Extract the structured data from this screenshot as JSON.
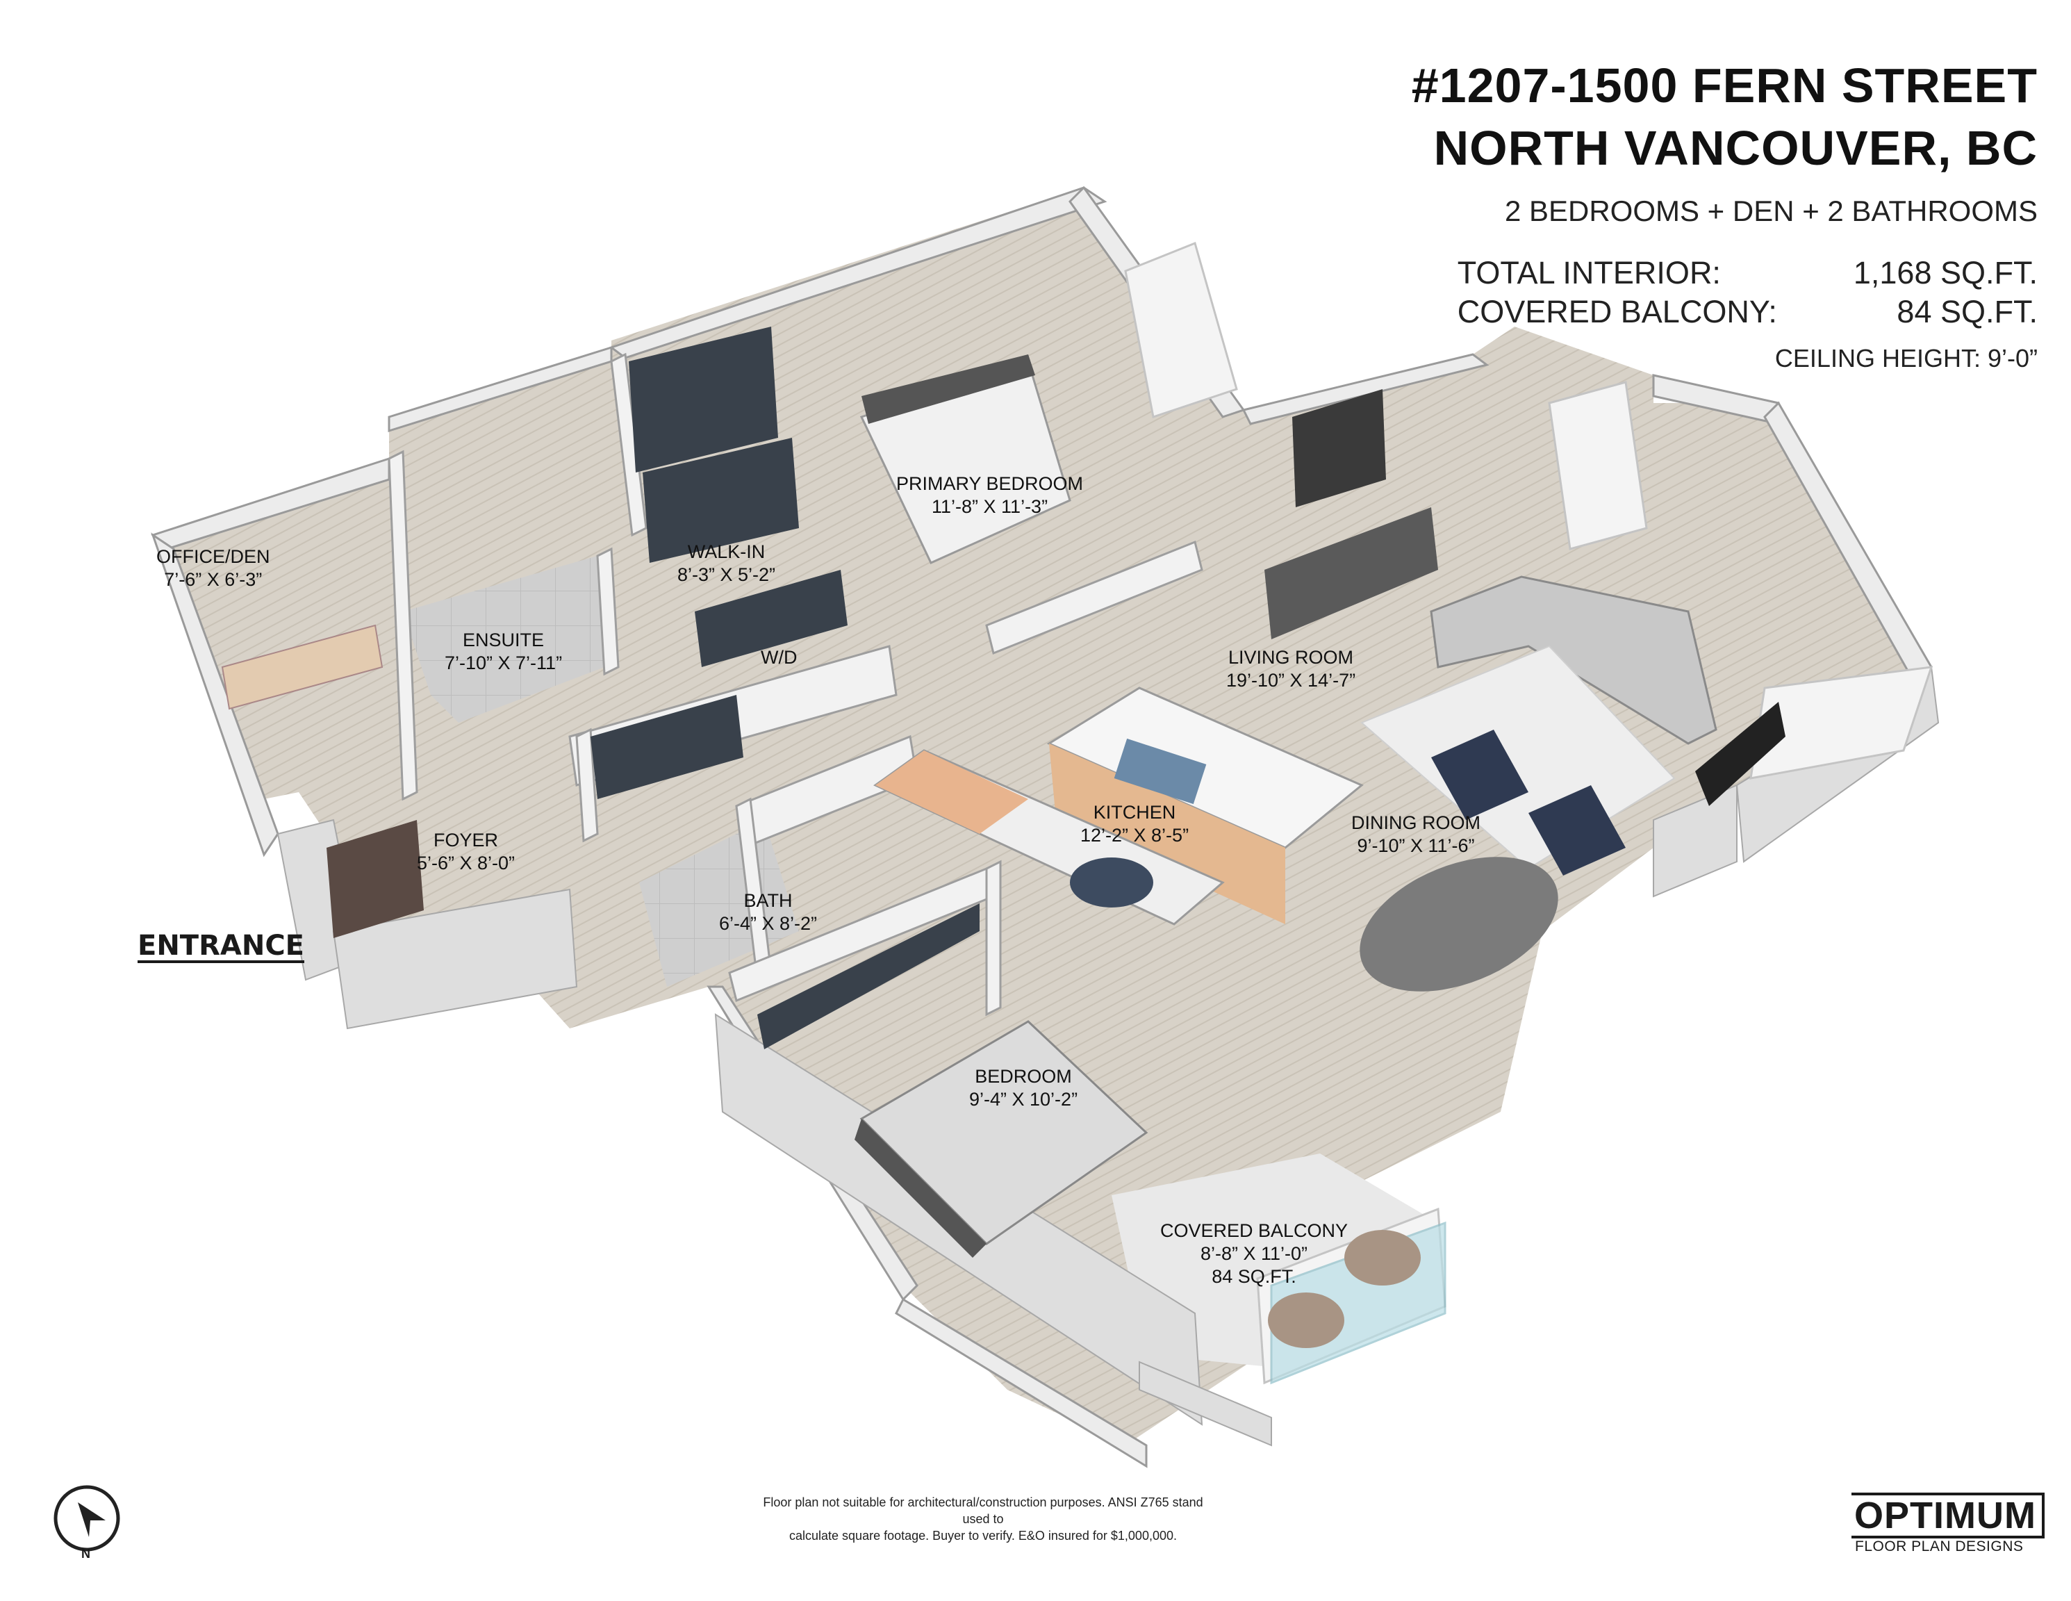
{
  "header": {
    "address_line1": "#1207-1500 FERN STREET",
    "address_line2": "NORTH VANCOUVER, BC",
    "subtitle": "2 BEDROOMS + DEN + 2 BATHROOMS"
  },
  "stats": {
    "total_interior_label": "TOTAL INTERIOR:",
    "total_interior_value": "1,168 SQ.FT.",
    "balcony_label": "COVERED BALCONY:",
    "balcony_value": "84 SQ.FT.",
    "ceiling": "CEILING HEIGHT: 9’-0”"
  },
  "rooms": {
    "office": {
      "name": "OFFICE/DEN",
      "size": "7’-6” X 6’-3”"
    },
    "ensuite": {
      "name": "ENSUITE",
      "size": "7’-10” X 7’-11”"
    },
    "walkin": {
      "name": "WALK-IN",
      "size": "8’-3” X 5’-2”"
    },
    "wd": {
      "name": "W/D"
    },
    "primary": {
      "name": "PRIMARY BEDROOM",
      "size": "11’-8” X 11’-3”"
    },
    "living": {
      "name": "LIVING ROOM",
      "size": "19’-10” X 14’-7”"
    },
    "kitchen": {
      "name": "KITCHEN",
      "size": "12’-2” X 8’-5”"
    },
    "dining": {
      "name": "DINING ROOM",
      "size": "9’-10” X 11’-6”"
    },
    "foyer": {
      "name": "FOYER",
      "size": "5’-6” X 8’-0”"
    },
    "bath": {
      "name": "BATH",
      "size": "6’-4” X 8’-2”"
    },
    "bedroom": {
      "name": "BEDROOM",
      "size": "9’-4” X 10’-2”"
    },
    "balcony": {
      "name": "COVERED BALCONY",
      "size": "8’-8” X 11’-0”",
      "area": "84 SQ.FT."
    }
  },
  "entrance": "ENTRANCE",
  "disclaimer": {
    "line1": "Floor plan not suitable for architectural/construction purposes. ANSI Z765 stand used to",
    "line2": "calculate square footage. Buyer to verify.  E&O insured for $1,000,000."
  },
  "compass": {
    "label": "N"
  },
  "logo": {
    "title": "OPTIMUM",
    "subtitle": "FLOOR PLAN DESIGNS"
  },
  "colors": {
    "wall": "#e3e3e3",
    "wall_top": "#8e8e8e",
    "floor": "#d6d0c6",
    "accent": "#e8b48e"
  }
}
